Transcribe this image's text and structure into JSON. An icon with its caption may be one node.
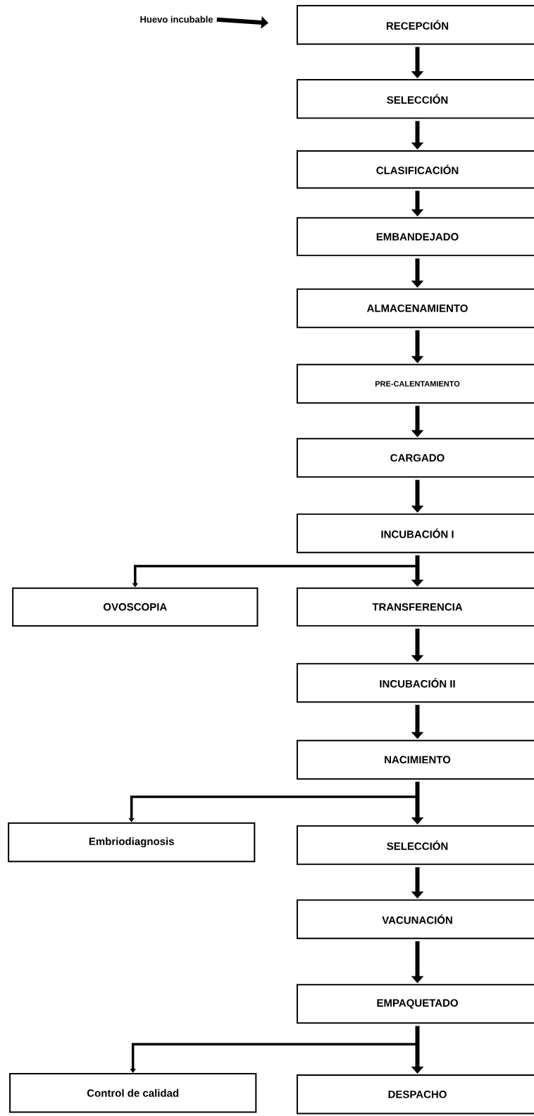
{
  "diagram": {
    "nodes": [
      {
        "text": [
          "Huevo incubable"
        ]
      },
      {
        "text": [
          "RECEPCIÓN"
        ]
      },
      {
        "text": [
          "SELECCIÓN"
        ]
      },
      {
        "text": [
          "CLASIFICACIÓN"
        ]
      },
      {
        "text": [
          "EMBANDEJADO"
        ]
      },
      {
        "text": [
          "ALMACENAMIENTO"
        ]
      },
      {
        "text": [
          "PRE-CALENTAMIENTO"
        ]
      },
      {
        "text": [
          "CARGADO"
        ]
      },
      {
        "text": [
          "INCUBACIÓN I"
        ]
      },
      {
        "text": [
          "OVOSCOPIA"
        ]
      },
      {
        "text": [
          "TRANSFERENCIA"
        ]
      },
      {
        "text": [
          "INCUBACIÓN II"
        ]
      },
      {
        "text": [
          "NACIMIENTO"
        ]
      },
      {
        "text": [
          "Embriodiagnosis"
        ]
      },
      {
        "text": [
          "SELECCIÓN"
        ]
      },
      {
        "text": [
          "VACUNACIÓN"
        ]
      },
      {
        "text": [
          "EMPAQUETADO"
        ]
      },
      {
        "text": [
          "Control de calidad"
        ]
      },
      {
        "text": [
          "DESPACHO"
        ]
      }
    ],
    "edges": [
      {
        "from": 0,
        "to": 1,
        "arrow": "to"
      },
      {
        "from": 1,
        "to": 2,
        "arrow": "to"
      },
      {
        "from": 2,
        "to": 3,
        "arrow": "to"
      },
      {
        "from": 3,
        "to": 4,
        "arrow": "to"
      },
      {
        "from": 4,
        "to": 5,
        "arrow": "to"
      },
      {
        "from": 5,
        "to": 6,
        "arrow": "to"
      },
      {
        "from": 6,
        "to": 7,
        "arrow": "to"
      },
      {
        "from": 7,
        "to": 8,
        "arrow": "to"
      },
      {
        "from": 8,
        "to": 9,
        "arrow": "to"
      },
      {
        "from": 8,
        "to": 10,
        "arrow": "to"
      },
      {
        "from": 10,
        "to": 11,
        "arrow": "to"
      },
      {
        "from": 11,
        "to": 12,
        "arrow": "to"
      },
      {
        "from": 12,
        "to": 13,
        "arrow": "to"
      },
      {
        "from": 12,
        "to": 14,
        "arrow": "to"
      },
      {
        "from": 14,
        "to": 15,
        "arrow": "to"
      },
      {
        "from": 15,
        "to": 16,
        "arrow": "to"
      },
      {
        "from": 16,
        "to": 17,
        "arrow": "to"
      },
      {
        "from": 16,
        "to": 18,
        "arrow": "to"
      }
    ]
  }
}
